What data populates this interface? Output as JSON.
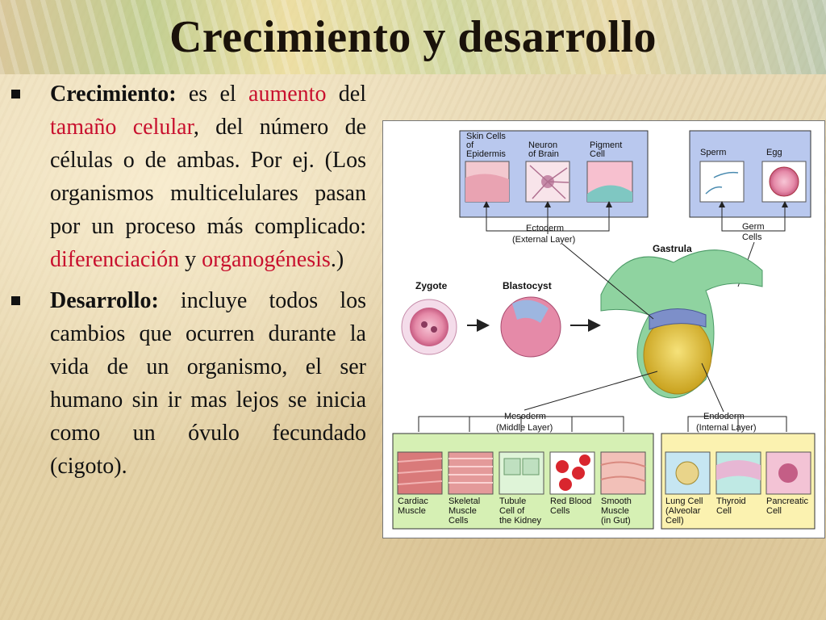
{
  "title": "Crecimiento y desarrollo",
  "bullets": [
    {
      "term": "Crecimiento:",
      "parts": {
        "p1": " es el ",
        "h1": "aumento",
        "p2": " del ",
        "h2": "tamaño celular",
        "p3": ", del número de células o de ambas. Por ej. (Los organismos multicelulares pasan por un proceso más complicado: ",
        "h3": "diferenciación",
        "p4": " y ",
        "h4": "organogénesis",
        "p5": ".)"
      }
    },
    {
      "term": "Desarrollo:",
      "text": " incluye todos los cambios que ocurren durante la vida de un organismo, el ser humano sin ir mas lejos se inicia como un óvulo fecundado (cigoto)."
    }
  ],
  "diagram": {
    "ectoderm_cells": [
      "Skin Cells",
      "of",
      "Epidermis",
      "Neuron",
      "of Brain",
      "Pigment",
      "Cell"
    ],
    "germ_cells": [
      "Sperm",
      "Egg"
    ],
    "ectoderm_label": [
      "Ectoderm",
      "(External Layer)"
    ],
    "germ_label": [
      "Germ",
      "Cells"
    ],
    "gastrula": "Gastrula",
    "zygote": "Zygote",
    "blastocyst": "Blastocyst",
    "mesoderm_label": [
      "Mesoderm",
      "(Middle Layer)"
    ],
    "endoderm_label": [
      "Endoderm",
      "(Internal Layer)"
    ],
    "mesoderm_cells": [
      [
        "Cardiac",
        "Muscle"
      ],
      [
        "Skeletal",
        "Muscle",
        "Cells"
      ],
      [
        "Tubule",
        "Cell of",
        "the Kidney"
      ],
      [
        "Red Blood",
        "Cells"
      ],
      [
        "Smooth",
        "Muscle",
        "(in Gut)"
      ]
    ],
    "endoderm_cells": [
      [
        "Lung Cell",
        "(Alveolar",
        "Cell)"
      ],
      [
        "Thyroid",
        "Cell"
      ],
      [
        "Pancreatic",
        "Cell"
      ]
    ]
  },
  "colors": {
    "highlight": "#c8102e",
    "ectoderm_box": "#b9c8ee",
    "mesoderm_box": "#d6f0b4",
    "endoderm_box": "#fbf2b0"
  }
}
